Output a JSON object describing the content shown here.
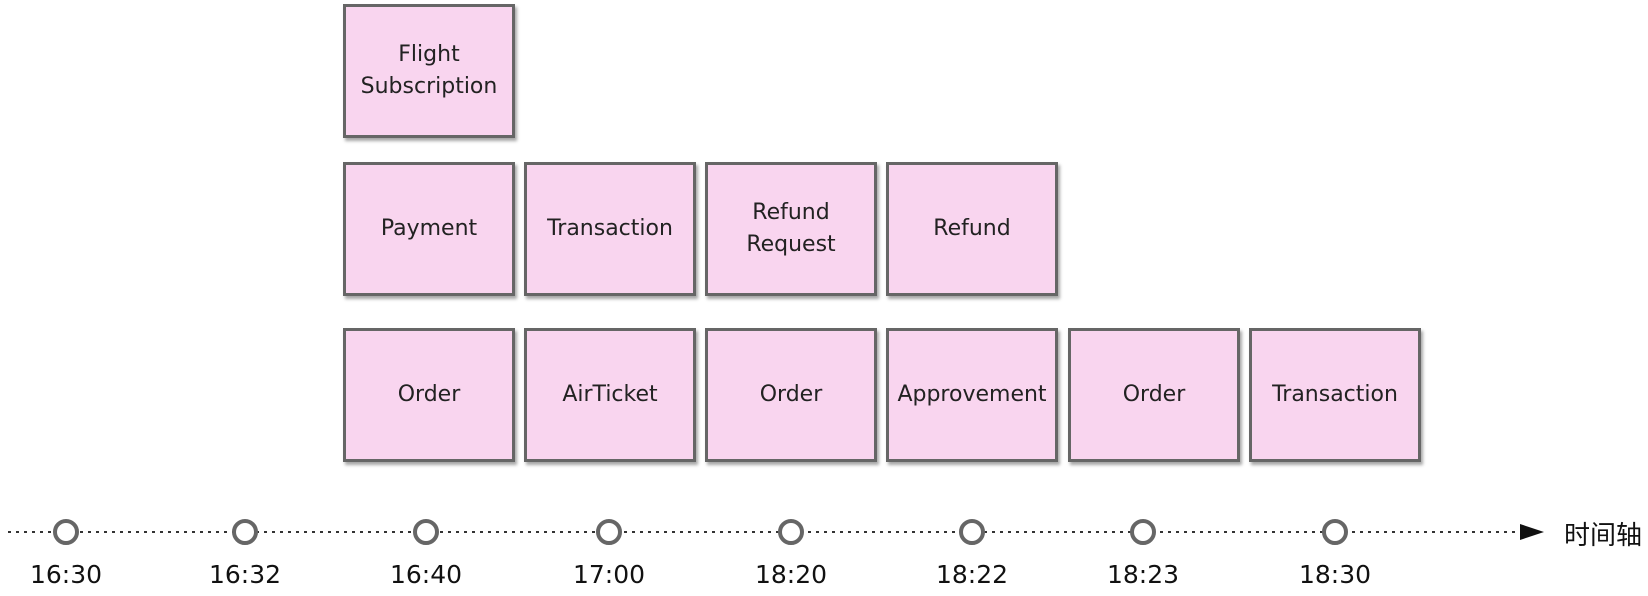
{
  "diagram": {
    "axis_label": "时间轴",
    "times": [
      "16:30",
      "16:32",
      "16:40",
      "17:00",
      "18:20",
      "18:22",
      "18:23",
      "18:30"
    ],
    "rows": [
      [
        null,
        null,
        "Flight\nSubscription",
        null,
        null,
        null,
        null,
        null
      ],
      [
        null,
        null,
        "Payment",
        "Transaction",
        "Refund\nRequest",
        "Refund",
        null,
        null
      ],
      [
        null,
        null,
        "Order",
        "AirTicket",
        "Order",
        "Approvement",
        "Order",
        "Transaction"
      ]
    ],
    "colors": {
      "note_fill": "#f9d5ef",
      "note_border": "#666666",
      "axis": "#333333"
    }
  }
}
